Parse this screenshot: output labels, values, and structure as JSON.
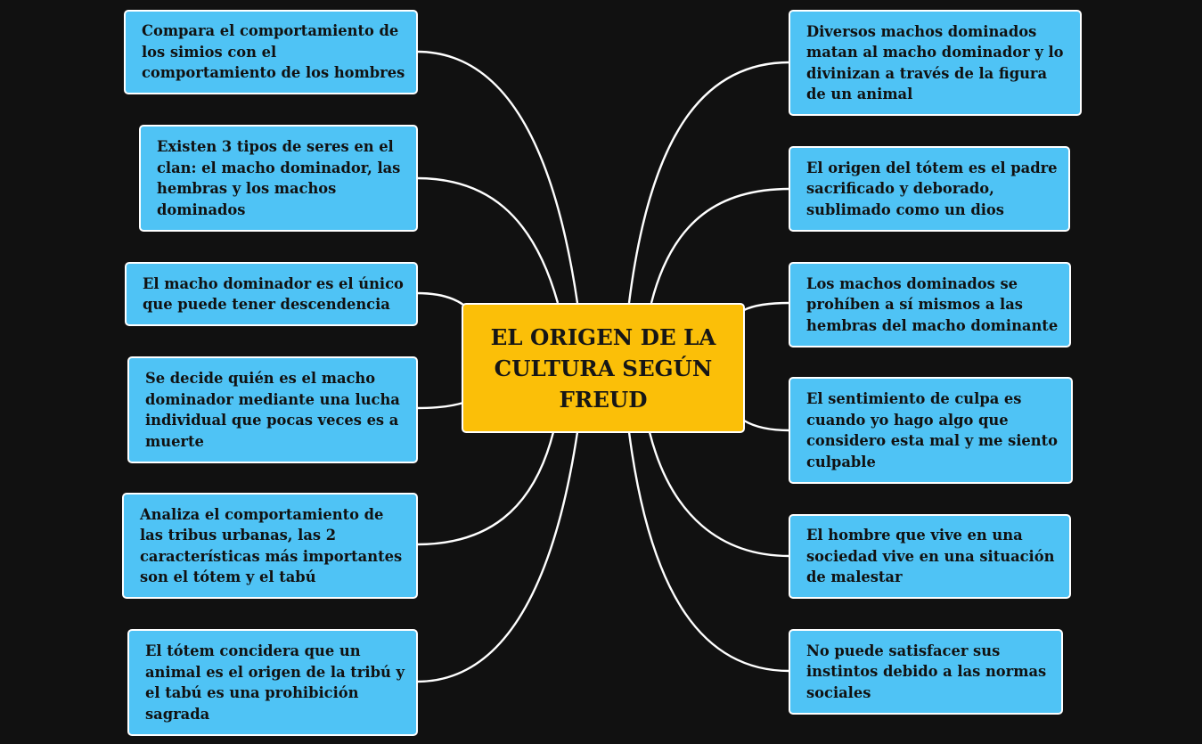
{
  "central": {
    "title": "EL ORIGEN DE LA CULTURA SEGÚN FREUD"
  },
  "left_topics": [
    {
      "text": "Compara el comportamiento de los simios con el comportamiento de los hombres"
    },
    {
      "text": "Existen 3 tipos de seres en el clan: el macho dominador, las hembras y los machos dominados"
    },
    {
      "text": "El macho dominador es el único que puede tener descendencia"
    },
    {
      "text": "Se decide quién es el macho dominador mediante una lucha individual que pocas veces es a muerte"
    },
    {
      "text": "Analiza el comportamiento de las tribus urbanas, las 2 características más importantes son el tótem y el tabú"
    },
    {
      "text": "El tótem concidera que un animal es el origen de la tribú y el tabú es una prohibición sagrada"
    }
  ],
  "right_topics": [
    {
      "text": "Diversos machos dominados matan al macho dominador y lo divinizan a través de la figura de un animal"
    },
    {
      "text": "El origen del tótem es el padre sacrificado y deborado, sublimado como un dios"
    },
    {
      "text": "Los machos dominados se prohíben a sí mismos a las hembras del macho dominante"
    },
    {
      "text": "El sentimiento de culpa es cuando yo hago algo que considero esta mal y me siento culpable"
    },
    {
      "text": "El hombre que vive en una sociedad vive en una situación de malestar"
    },
    {
      "text": "No puede satisfacer sus instintos debido a las normas sociales"
    }
  ],
  "colors": {
    "background": "#111111",
    "central": "#fbbf08",
    "topic": "#4fc3f5",
    "connector": "#ffffff"
  }
}
